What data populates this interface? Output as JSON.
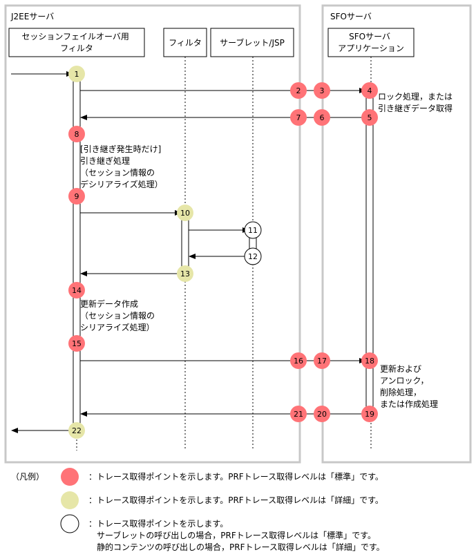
{
  "colors": {
    "standard_point": "#ff7377",
    "detail_point": "#e6e6a8",
    "frame_border": "#c8c8c8",
    "text": "#000000"
  },
  "panels": {
    "j2ee": "J2EEサーバ",
    "sfo": "SFOサーバ"
  },
  "lifelines": {
    "session_failover_filter": [
      "セッションフェイルオーバ用",
      "フィルタ"
    ],
    "filter": [
      "フィルタ"
    ],
    "servlet_jsp": [
      "サーブレット/JSP"
    ],
    "sfo_application": [
      "SFOサーバ",
      "アプリケーション"
    ]
  },
  "trace_points": [
    {
      "id": "1",
      "label": "1",
      "level": "detail"
    },
    {
      "id": "2",
      "label": "2",
      "level": "standard"
    },
    {
      "id": "3",
      "label": "3",
      "level": "standard"
    },
    {
      "id": "4",
      "label": "4",
      "level": "standard"
    },
    {
      "id": "5",
      "label": "5",
      "level": "standard"
    },
    {
      "id": "6",
      "label": "6",
      "level": "standard"
    },
    {
      "id": "7",
      "label": "7",
      "level": "standard"
    },
    {
      "id": "8",
      "label": "8",
      "level": "standard"
    },
    {
      "id": "9",
      "label": "9",
      "level": "standard"
    },
    {
      "id": "10",
      "label": "10",
      "level": "detail"
    },
    {
      "id": "11",
      "label": "11",
      "level": "servlet"
    },
    {
      "id": "12",
      "label": "12",
      "level": "servlet"
    },
    {
      "id": "13",
      "label": "13",
      "level": "detail"
    },
    {
      "id": "14",
      "label": "14",
      "level": "standard"
    },
    {
      "id": "15",
      "label": "15",
      "level": "standard"
    },
    {
      "id": "16",
      "label": "16",
      "level": "standard"
    },
    {
      "id": "17",
      "label": "17",
      "level": "standard"
    },
    {
      "id": "18",
      "label": "18",
      "level": "standard"
    },
    {
      "id": "19",
      "label": "19",
      "level": "standard"
    },
    {
      "id": "20",
      "label": "20",
      "level": "standard"
    },
    {
      "id": "21",
      "label": "21",
      "level": "standard"
    },
    {
      "id": "22",
      "label": "22",
      "level": "detail"
    }
  ],
  "annotations": {
    "lock": [
      "ロック処理，または",
      "引き継ぎデータ取得"
    ],
    "takeover": [
      "[引き継ぎ発生時だけ]",
      "引き継ぎ処理",
      "（セッション情報の",
      "デシリアライズ処理）"
    ],
    "create": [
      "更新データ作成",
      "（セッション情報の",
      "シリアライズ処理）"
    ],
    "update": [
      "更新および",
      "アンロック，",
      "削除処理，",
      "または作成処理"
    ]
  },
  "legend": {
    "title": "（凡例）",
    "standard": "：トレース取得ポイントを示します。PRFトレース取得レベルは「標準」です。",
    "detail": "：トレース取得ポイントを示します。PRFトレース取得レベルは「詳細」です。",
    "servlet": [
      "：トレース取得ポイントを示します。",
      "サーブレットの呼び出しの場合，PRFトレース取得レベルは「標準」です。",
      "静的コンテンツの呼び出しの場合，PRFトレース取得レベルは「詳細」です。"
    ]
  }
}
